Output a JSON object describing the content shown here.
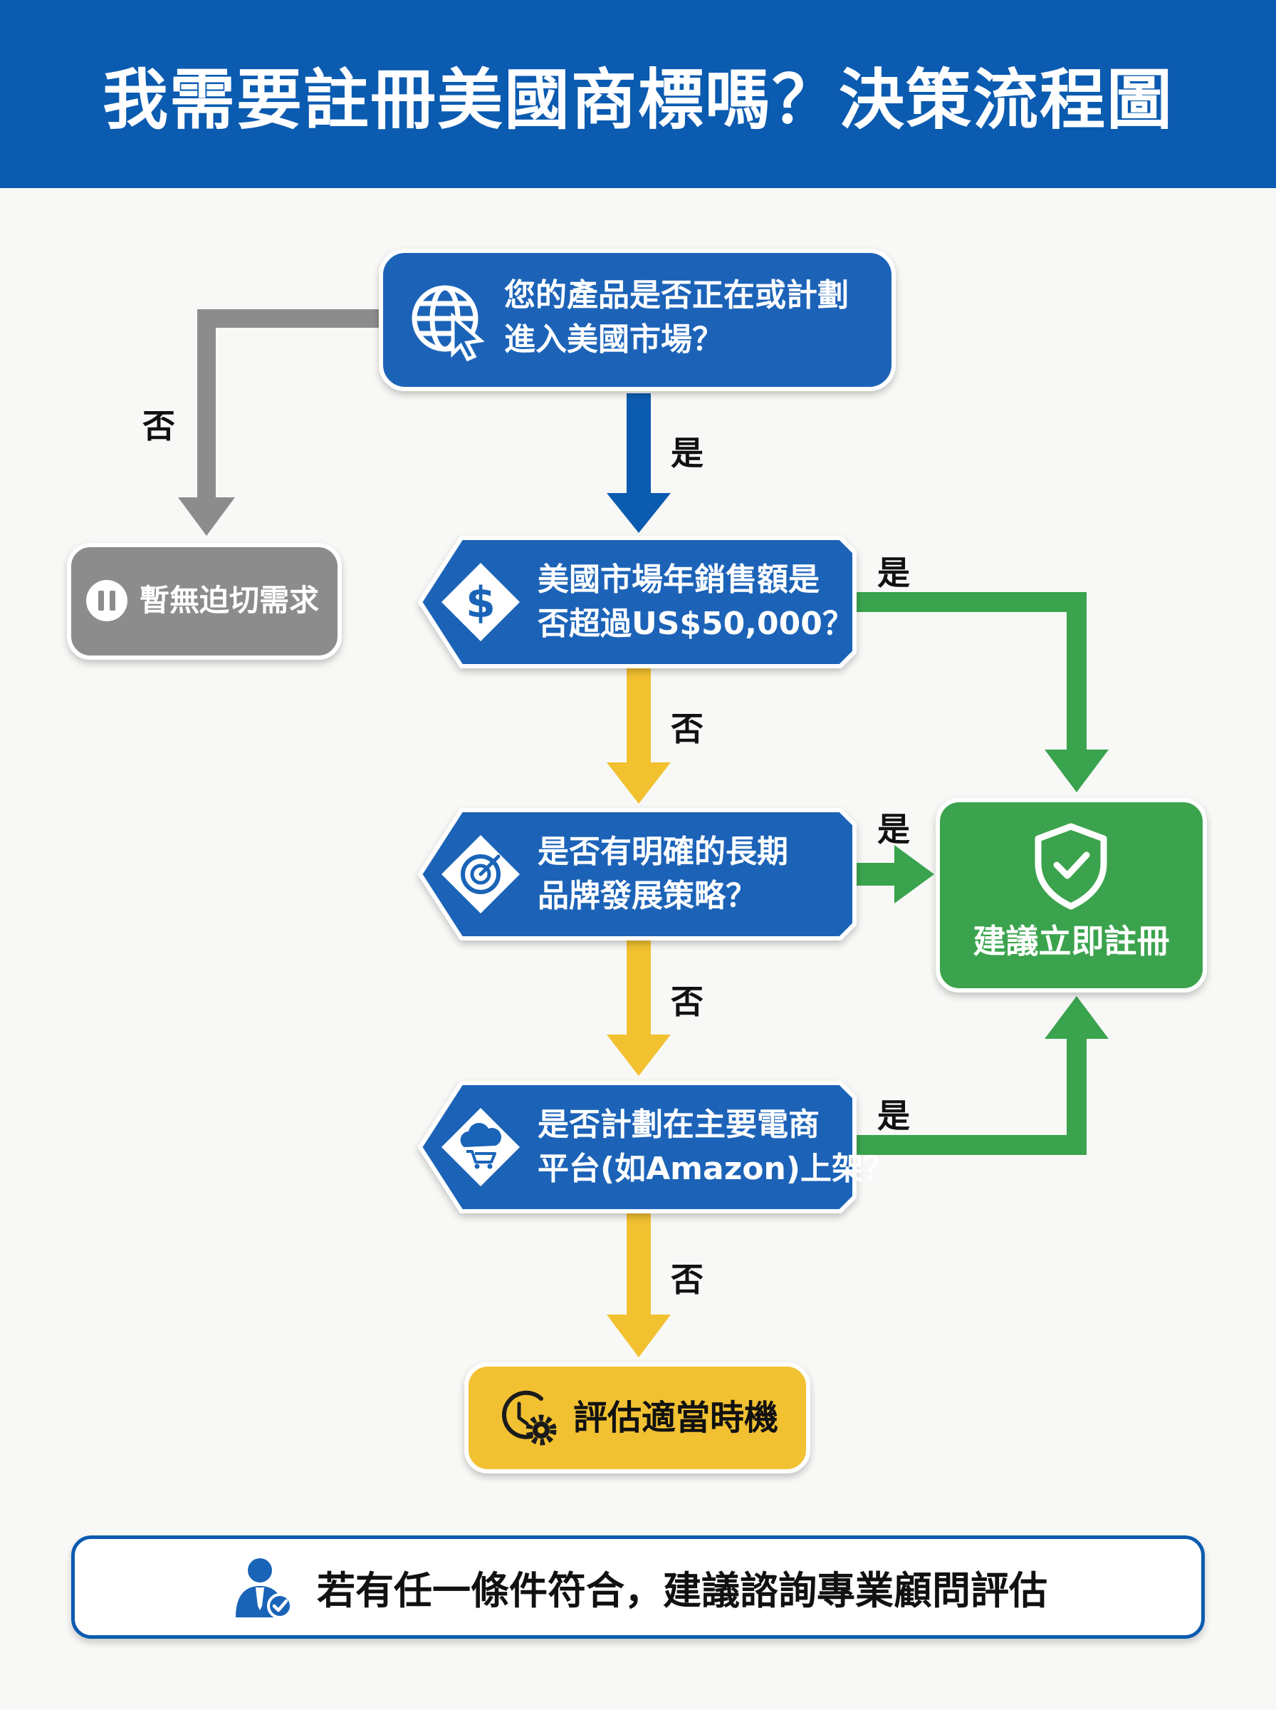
{
  "title": "我需要註冊美國商標嗎？決策流程圖",
  "nodes": {
    "q1": {
      "line1": "您的產品是否正在或計劃",
      "line2": "進入美國市場？"
    },
    "q2": {
      "line1": "美國市場年銷售額是",
      "line2": "否超過US$50,000？"
    },
    "q3": {
      "line1": "是否有明確的長期",
      "line2": "品牌發展策略？"
    },
    "q4": {
      "line1": "是否計劃在主要電商",
      "line2": "平台(如Amazon)上架？"
    },
    "no_need": "暫無迫切需求",
    "register": "建議立即註冊",
    "evaluate": "評估適當時機"
  },
  "labels": {
    "yes": "是",
    "no": "否"
  },
  "footer": "若有任一條件符合，建議諮詢專業顧問評估",
  "colors": {
    "header": "#0b5bb0",
    "question": "#1a64b8",
    "no_path": "#8c8c8c",
    "yes_path": "#3aa34e",
    "evaluate_path": "#f2c130",
    "arrow_blue": "#0b5bb0"
  },
  "icons": {
    "q1": "globe-cursor-icon",
    "q2": "dollar-icon",
    "q3": "target-icon",
    "q4": "cloud-cart-icon",
    "no_need": "pause-icon",
    "register": "shield-check-icon",
    "evaluate": "clock-gear-icon",
    "footer": "consultant-icon"
  }
}
